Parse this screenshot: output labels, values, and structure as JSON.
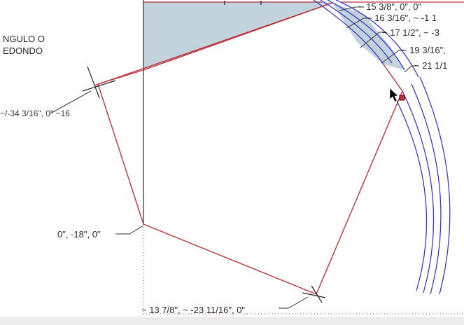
{
  "side_text": {
    "line1": "NGULO O",
    "line2": "EDONDO"
  },
  "dimensions": {
    "top_1": "~ 15 3/8\", 0\", 0\"",
    "top_2": "~ 16 3/16\", ~ -1 1",
    "top_3": "~ 17 1/2\", ~ -3",
    "top_4": "~ 19 3/16\",",
    "top_5": "~ 21 1/1",
    "left_overlap": "~/-34 3/16\", 0\" ~16",
    "left_mid": "0\", -18\", 0\"",
    "bottom": "~ 13 7/8\", ~ -23 11/16\", 0\""
  },
  "colors": {
    "edge_red": "#c0323a",
    "guide_green": "#3a8a5a",
    "fill_face": "#c3d3de",
    "arc_blue": "#3a3ac8",
    "leader": "#333333"
  }
}
